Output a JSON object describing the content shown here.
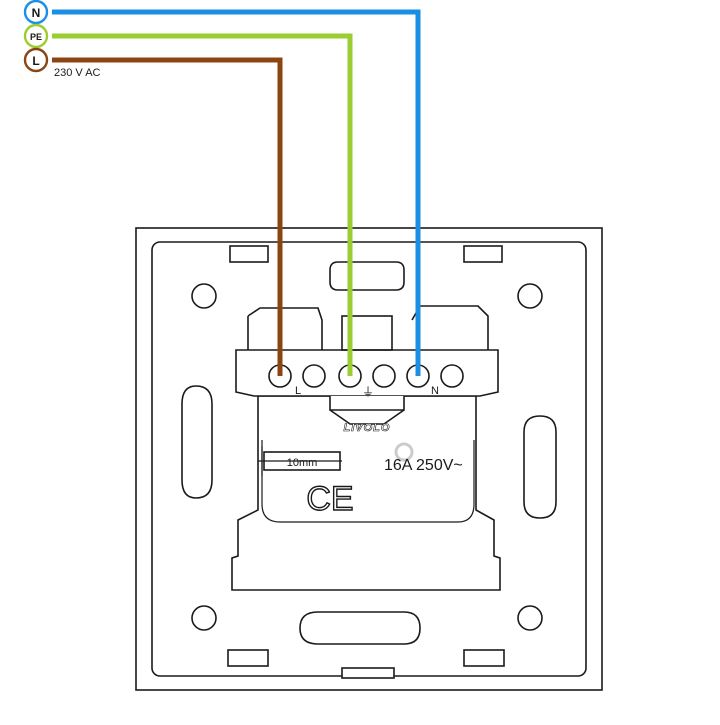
{
  "legend": {
    "neutral_letter": "N",
    "earth_letter": "PE",
    "live_letter": "L",
    "voltage_text": "230 V AC"
  },
  "terminals": {
    "live_label": "L",
    "neutral_label": "N",
    "earth_symbol": "⏚"
  },
  "socket": {
    "brand": "LIVOLO",
    "strip_length": "10mm",
    "rating": "16A 250V~",
    "mark": "CE"
  },
  "colors": {
    "neutral": "#1a8fe3",
    "earth": "#9acd32",
    "live": "#8b4513",
    "outline": "#1a1a1a"
  }
}
